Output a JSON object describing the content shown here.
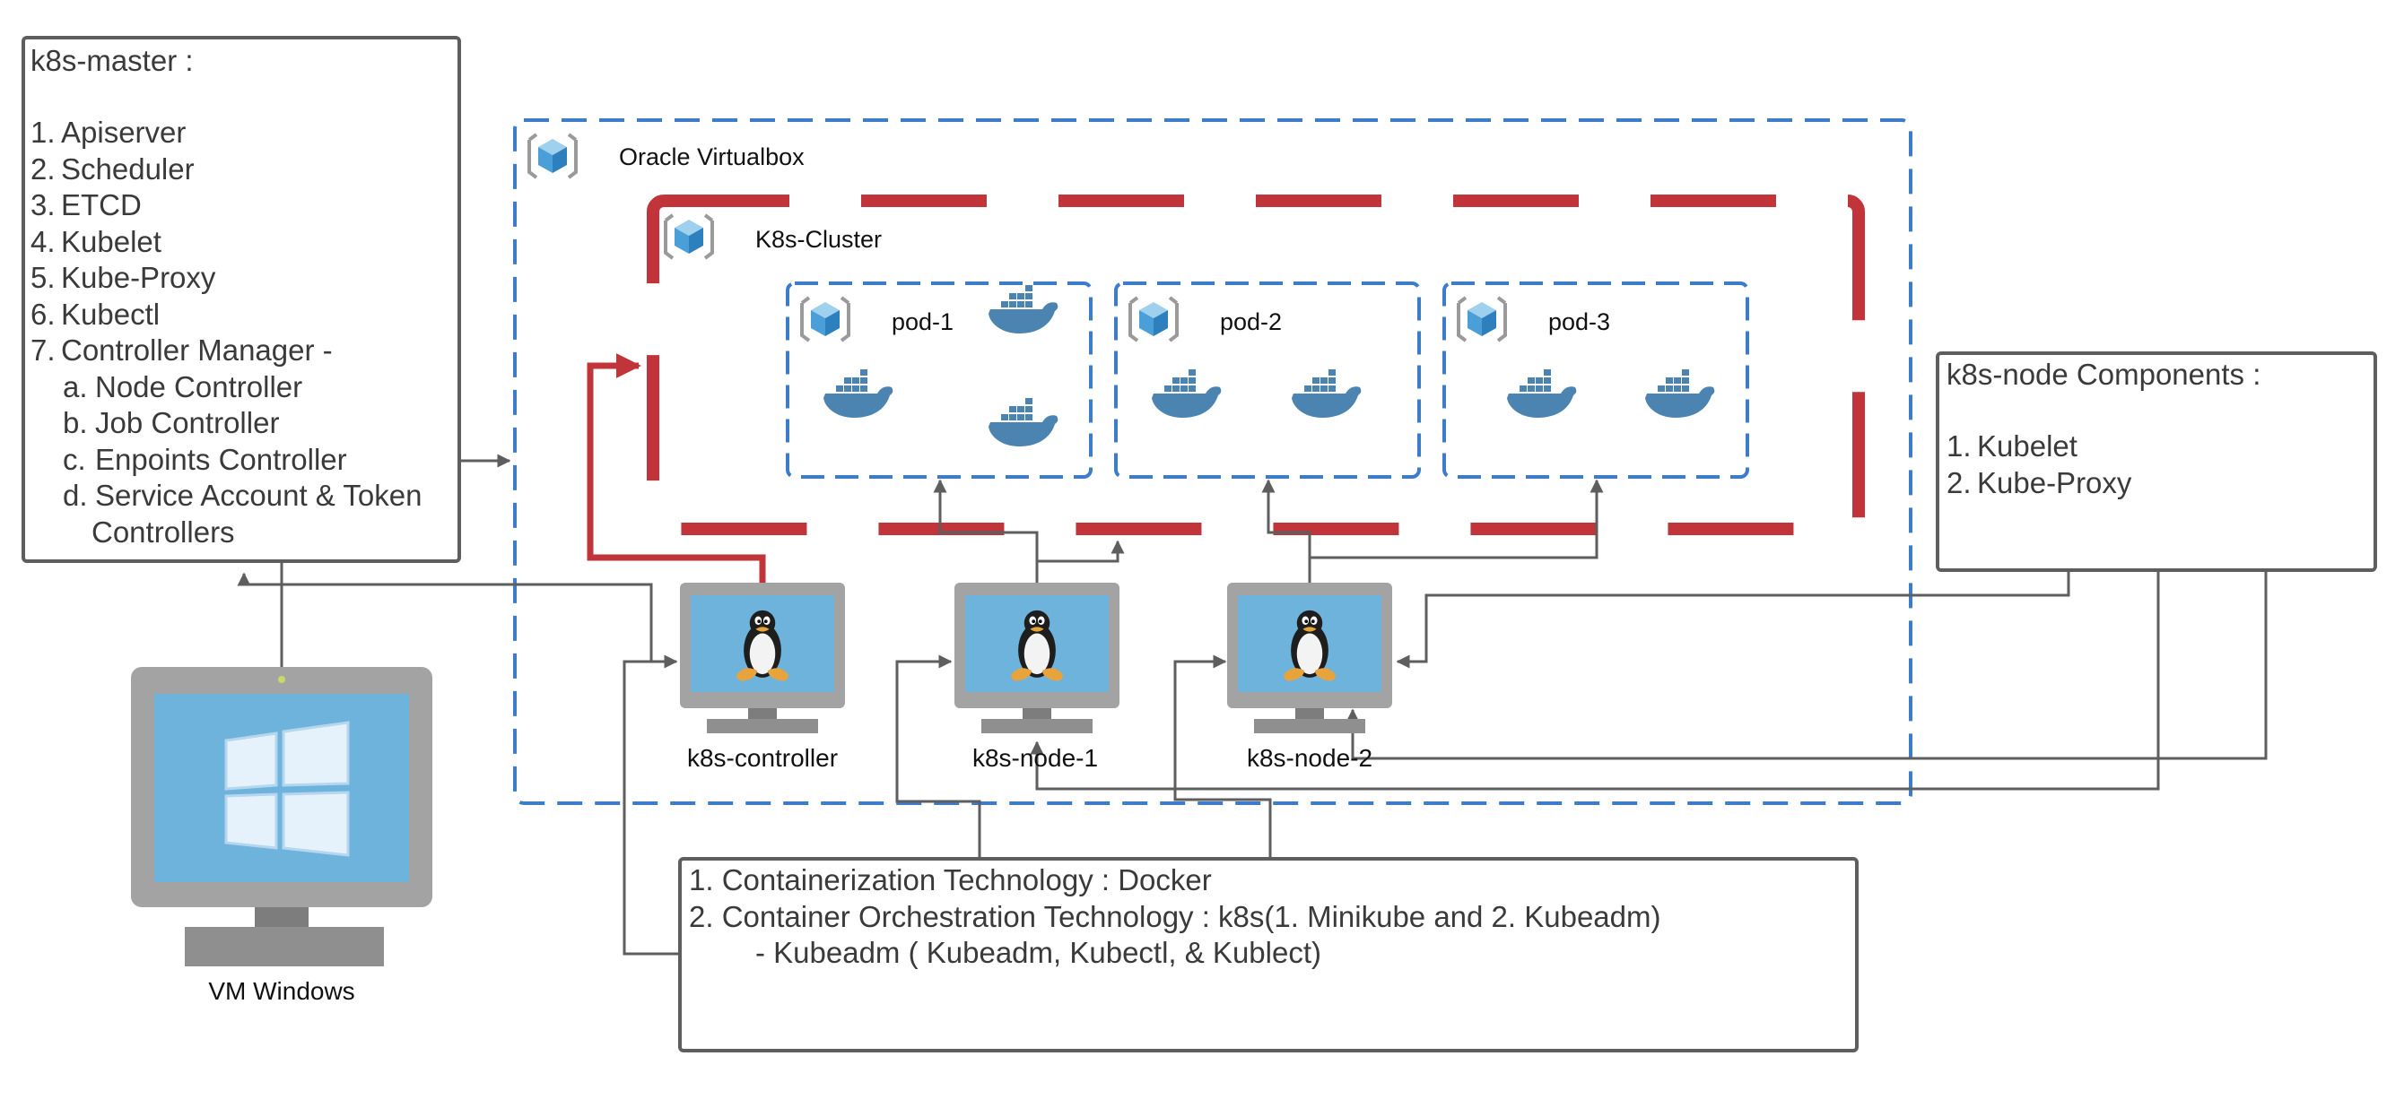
{
  "master": {
    "title": "k8s-master :",
    "items": [
      {
        "num": "1.",
        "text": "Apiserver"
      },
      {
        "num": "2.",
        "text": "Scheduler"
      },
      {
        "num": "3.",
        "text": "ETCD"
      },
      {
        "num": "4.",
        "text": "Kubelet"
      },
      {
        "num": "5.",
        "text": "Kube-Proxy"
      },
      {
        "num": "6.",
        "text": "Kubectl"
      },
      {
        "num": "7.",
        "text": "Controller Manager -"
      }
    ],
    "sub_items": [
      {
        "num": "a.",
        "text": "Node Controller"
      },
      {
        "num": "b.",
        "text": "Job Controller"
      },
      {
        "num": "c.",
        "text": "Enpoints Controller"
      },
      {
        "num": "d.",
        "text": "Service Account & Token"
      }
    ],
    "sub_continuation": "Controllers"
  },
  "node_components": {
    "title": "k8s-node Components :",
    "items": [
      {
        "num": "1.",
        "text": "Kubelet"
      },
      {
        "num": "2.",
        "text": "Kube-Proxy"
      }
    ]
  },
  "tech": {
    "line1": "1. Containerization Technology : Docker",
    "line2": "2. Container Orchestration Technology : k8s(1. Minikube and 2. Kubeadm)",
    "line3": "- Kubeadm ( Kubeadm, Kubectl, & Kublect)"
  },
  "virtualbox": {
    "label": "Oracle Virtualbox"
  },
  "cluster": {
    "label": "K8s-Cluster"
  },
  "pods": [
    {
      "label": "pod-1"
    },
    {
      "label": "pod-2"
    },
    {
      "label": "pod-3"
    }
  ],
  "machines": [
    {
      "label": "k8s-controller",
      "os": "linux"
    },
    {
      "label": "k8s-node-1",
      "os": "linux"
    },
    {
      "label": "k8s-node-2",
      "os": "linux"
    }
  ],
  "windows_vm": {
    "label": "VM Windows",
    "os": "windows"
  },
  "colors": {
    "virtualbox_border": "#3d7cc9",
    "cluster_border": "#c0343a",
    "pod_border": "#3d7cc9",
    "connector": "#5e5e5e",
    "red_connector": "#c0343a",
    "monitor_frame": "#a3a3a3",
    "screen": "#6db3db",
    "docker": "#4b84b0",
    "penguin_beak": "#e8a33d"
  }
}
